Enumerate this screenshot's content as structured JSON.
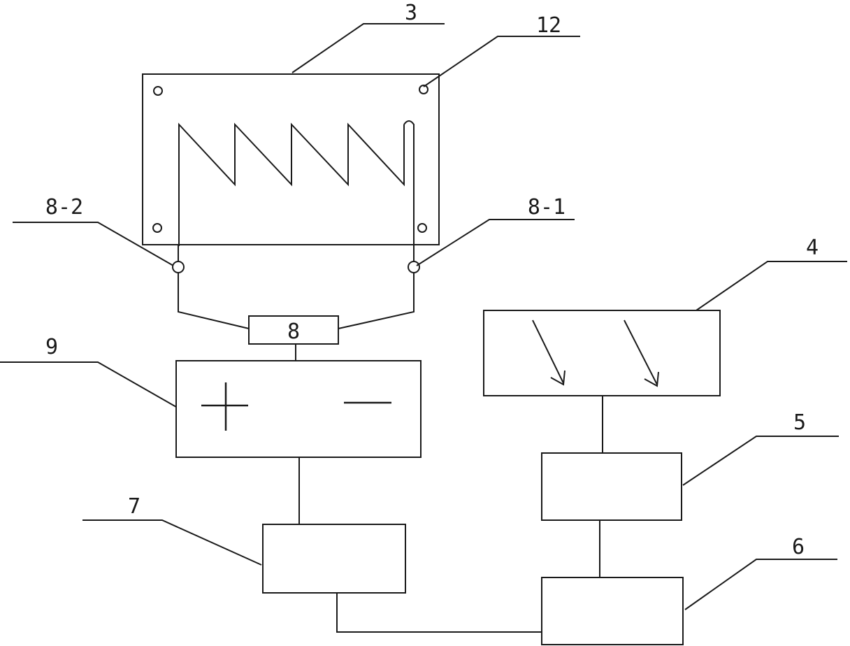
{
  "labels": {
    "ref_3": "3",
    "ref_12": "12",
    "ref_8_2": "8-2",
    "ref_8_1": "8-1",
    "ref_4": "4",
    "ref_9": "9",
    "ref_8": "8",
    "ref_5": "5",
    "ref_7": "7",
    "ref_6": "6"
  },
  "colors": {
    "stroke": "#1a1a1a",
    "background": "#ffffff"
  },
  "icons": {
    "heater_coil": "zigzag-heating-element",
    "light_arrows": "incident-light-arrows",
    "battery_terminals": "plus-minus-signs"
  }
}
